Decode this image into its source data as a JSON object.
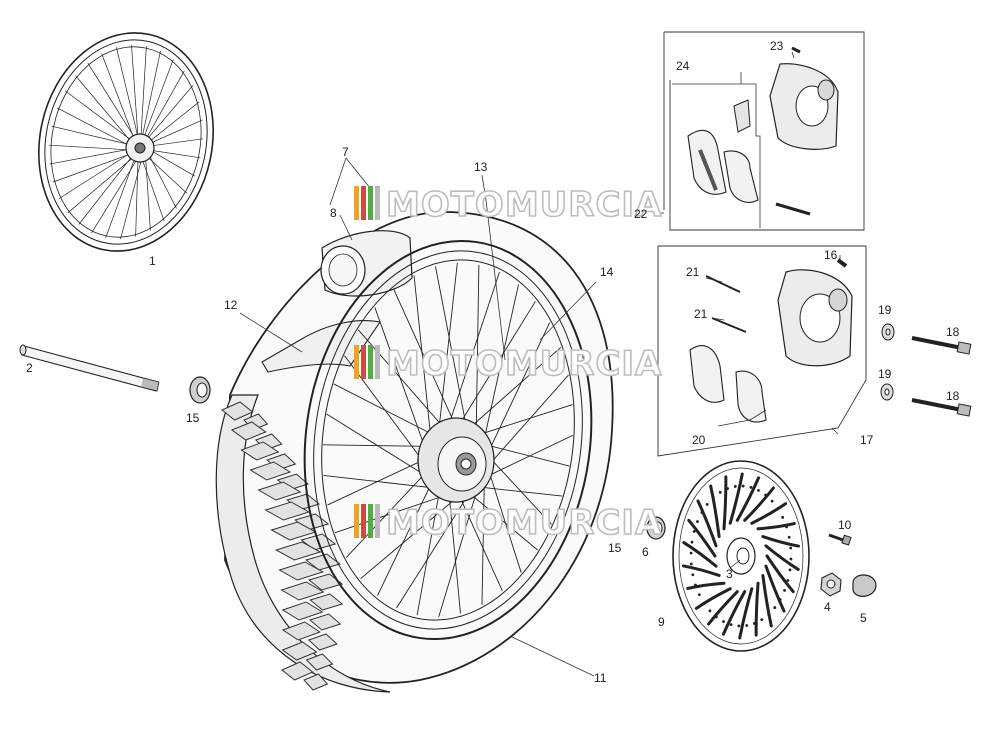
{
  "labels": {
    "l1": "1",
    "l2": "2",
    "l3": "3",
    "l4": "4",
    "l5": "5",
    "l6": "6",
    "l7": "7",
    "l8": "8",
    "l9": "9",
    "l10": "10",
    "l11": "11",
    "l12": "12",
    "l13": "13",
    "l14": "14",
    "l15a": "15",
    "l15b": "15",
    "l16": "16",
    "l17": "17",
    "l18a": "18",
    "l18b": "18",
    "l19a": "19",
    "l19b": "19",
    "l20": "20",
    "l21a": "21",
    "l21b": "21",
    "l22": "22",
    "l23": "23",
    "l24": "24"
  },
  "watermark": {
    "text": "MOTOMURCIA",
    "stripe_colors": [
      "#e8a23a",
      "#d9473c",
      "#56a84a",
      "#b9b9b9"
    ]
  }
}
